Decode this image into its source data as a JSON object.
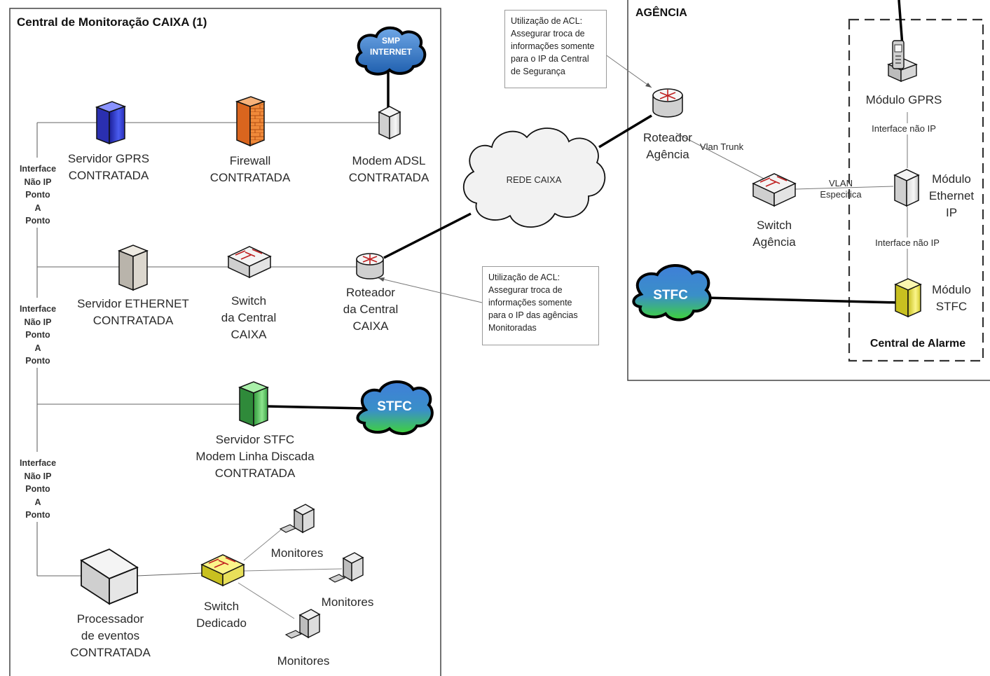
{
  "left_panel": {
    "title": "Central de Monitoração CAIXA (1)",
    "interface_labels": [
      "Interface\nNão IP\nPonto\nA\nPonto",
      "Interface\nNão IP\nPonto\nA\nPonto",
      "Interface\nNão IP\nPonto\nA\nPonto"
    ],
    "nodes": {
      "servidor_gprs": "Servidor GPRS\nCONTRATADA",
      "firewall": "Firewall\nCONTRATADA",
      "modem_adsl": "Modem ADSL\nCONTRATADA",
      "smp_cloud": "SMP\nINTERNET",
      "servidor_ethernet": "Servidor ETHERNET\nCONTRATADA",
      "switch_central": "Switch\nda Central\nCAIXA",
      "roteador_central": "Roteador\nda Central\nCAIXA",
      "servidor_stfc": "Servidor STFC\nModem Linha Discada\nCONTRATADA",
      "stfc_cloud": "STFC",
      "processador": "Processador\nde eventos\nCONTRATADA",
      "switch_dedicado": "Switch\nDedicado",
      "monitores": [
        "Monitores",
        "Monitores",
        "Monitores"
      ]
    }
  },
  "middle": {
    "rede_caixa": "REDE CAIXA",
    "acl_note_top": "Utilização de ACL:\nAssegurar troca de\ninformações somente\npara o IP da Central\nde Segurança",
    "acl_note_bottom": "Utilização de ACL:\nAssegurar troca de\ninformações somente\npara o IP das agências\nMonitoradas"
  },
  "right_panel": {
    "title": "AGÊNCIA",
    "roteador_agencia": "Roteador\nAgência",
    "vlan_trunk": "Vlan Trunk",
    "switch_agencia": "Switch\nAgência",
    "vlan_especifica": "VLAN\nEspecifica",
    "stfc_cloud": "STFC",
    "alarm_box": {
      "title": "Central de Alarme",
      "modulo_gprs": "Módulo GPRS",
      "interface_nao_ip_1": "Interface não IP",
      "modulo_ethernet": "Módulo\nEthernet\nIP",
      "interface_nao_ip_2": "Interface não IP",
      "modulo_stfc": "Módulo\nSTFC"
    }
  },
  "icons": [
    "server-icon",
    "firewall-icon",
    "modem-icon",
    "router-icon",
    "switch-icon",
    "cloud-icon",
    "computer-icon",
    "phone-icon",
    "processor-icon"
  ]
}
